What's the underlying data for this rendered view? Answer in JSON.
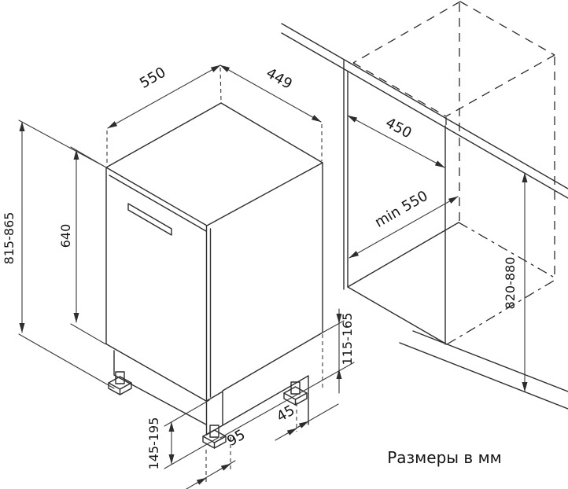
{
  "title_note": "Размеры в мм",
  "colors": {
    "line": "#2d2d2d",
    "text": "#141414",
    "background": "#ffffff"
  },
  "appliance": {
    "top_depth": "550",
    "top_width": "449",
    "overall_height": "815-865",
    "door_height": "640",
    "door_floor_gap": "145-195",
    "plinth_floor_gap": "115-165",
    "foot_front_offset": "95",
    "foot_rear_offset": "45"
  },
  "niche": {
    "width": "450",
    "depth": "min 550",
    "height": "820-880"
  }
}
